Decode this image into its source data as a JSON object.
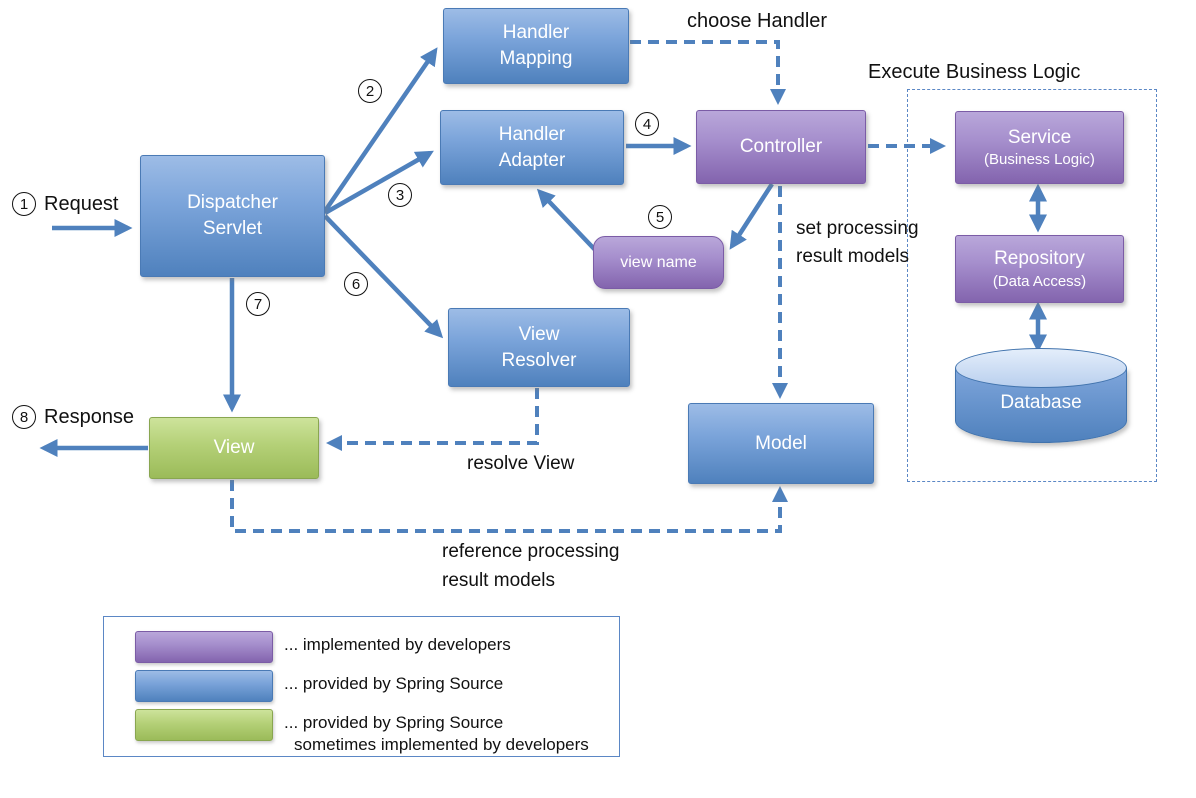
{
  "diagram": {
    "region_title": "Execute Business Logic",
    "nodes": {
      "dispatcher_servlet": "Dispatcher Servlet",
      "handler_mapping": "Handler Mapping",
      "handler_adapter": "Handler Adapter",
      "controller": "Controller",
      "view_name": "view name",
      "view_resolver": "View Resolver",
      "view": "View",
      "model": "Model",
      "service_title": "Service",
      "service_subtitle": "(Business Logic)",
      "repository_title": "Repository",
      "repository_subtitle": "(Data Access)",
      "database": "Database"
    },
    "steps": {
      "n1": "1",
      "label1": "Request",
      "n2": "2",
      "n3": "3",
      "n4": "4",
      "n5": "5",
      "n6": "6",
      "n7": "7",
      "n8": "8",
      "label8": "Response"
    },
    "edge_labels": {
      "choose_handler": "choose Handler",
      "set_processing_line1": "set processing",
      "set_processing_line2": "result models",
      "resolve_view": "resolve View",
      "reference_line1": "reference processing",
      "reference_line2": "result models"
    },
    "legend": {
      "items": [
        {
          "label": "... implemented by developers"
        },
        {
          "label": "... provided by Spring Source"
        },
        {
          "label": "... provided by Spring Source",
          "label2": "sometimes implemented by developers"
        }
      ]
    },
    "colors": {
      "blue": "#4f81bd",
      "purple": "#8064a2",
      "green": "#9bbb59"
    }
  }
}
